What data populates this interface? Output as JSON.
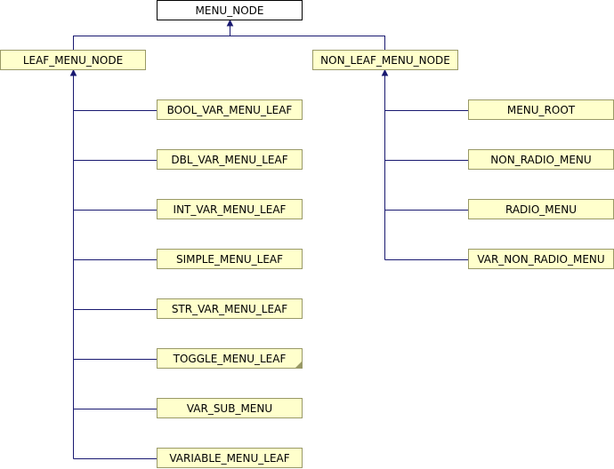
{
  "diagram": {
    "root": "MENU_NODE",
    "leaf_parent": "LEAF_MENU_NODE",
    "nonleaf_parent": "NON_LEAF_MENU_NODE",
    "leaf_children": [
      "BOOL_VAR_MENU_LEAF",
      "DBL_VAR_MENU_LEAF",
      "INT_VAR_MENU_LEAF",
      "SIMPLE_MENU_LEAF",
      "STR_VAR_MENU_LEAF",
      "TOGGLE_MENU_LEAF",
      "VAR_SUB_MENU",
      "VARIABLE_MENU_LEAF"
    ],
    "nonleaf_children": [
      "MENU_ROOT",
      "NON_RADIO_MENU",
      "RADIO_MENU",
      "VAR_NON_RADIO_MENU"
    ],
    "colors": {
      "edge": "#191970",
      "node_fill": "#ffffcc",
      "root_fill": "#ffffff"
    }
  }
}
